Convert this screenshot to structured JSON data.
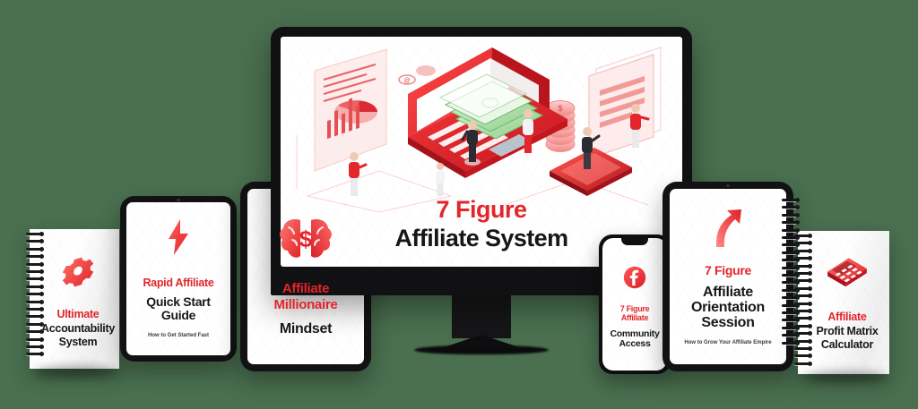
{
  "meta": {
    "background_color": "#4a7050",
    "accent_red": "#e4252b",
    "ink_black": "#18181a"
  },
  "monitor": {
    "device": "desktop-monitor",
    "title_line1": "7 Figure",
    "title_line2": "Affiliate System",
    "illustration": {
      "name": "isometric-affiliate-earnings-illustration",
      "elements": [
        "red-laptop",
        "cash-banknotes",
        "coin-stacks",
        "bar-chart-panel",
        "pie-chart",
        "document-panel",
        "red-smartphone",
        "people-figures"
      ]
    }
  },
  "tablets": [
    {
      "id": "quick-start-guide",
      "icon": "lightning-bolt-icon",
      "line1": "Rapid Affiliate",
      "line2": "Quick Start",
      "line3": "Guide",
      "subtitle": "How to Get Started Fast"
    },
    {
      "id": "millionaire-mindset",
      "icon": "brain-dollar-icon",
      "line1": "Affiliate",
      "line2": "Millionaire",
      "line3": "Mindset",
      "subtitle": ""
    },
    {
      "id": "orientation-session",
      "icon": "curved-up-arrow-icon",
      "line1": "7 Figure",
      "line2": "Affiliate",
      "line3": "Orientation",
      "line4": "Session",
      "subtitle": "How to Grow Your Affiliate Empire"
    }
  ],
  "phone": {
    "id": "community-access",
    "icon": "facebook-f-circle-icon",
    "line1": "7 Figure",
    "line2": "Affiliate",
    "line3": "Community",
    "line4": "Access"
  },
  "books": [
    {
      "id": "ultimate-accountability-system",
      "icon": "gear-icon",
      "line1": "Ultimate",
      "line2": "Accountability",
      "line3": "System"
    },
    {
      "id": "affiliate-profit-matrix-calculator",
      "icon": "calculator-icon",
      "line1": "Affiliate",
      "line2": "Profit Matrix",
      "line3": "Calculator"
    }
  ]
}
